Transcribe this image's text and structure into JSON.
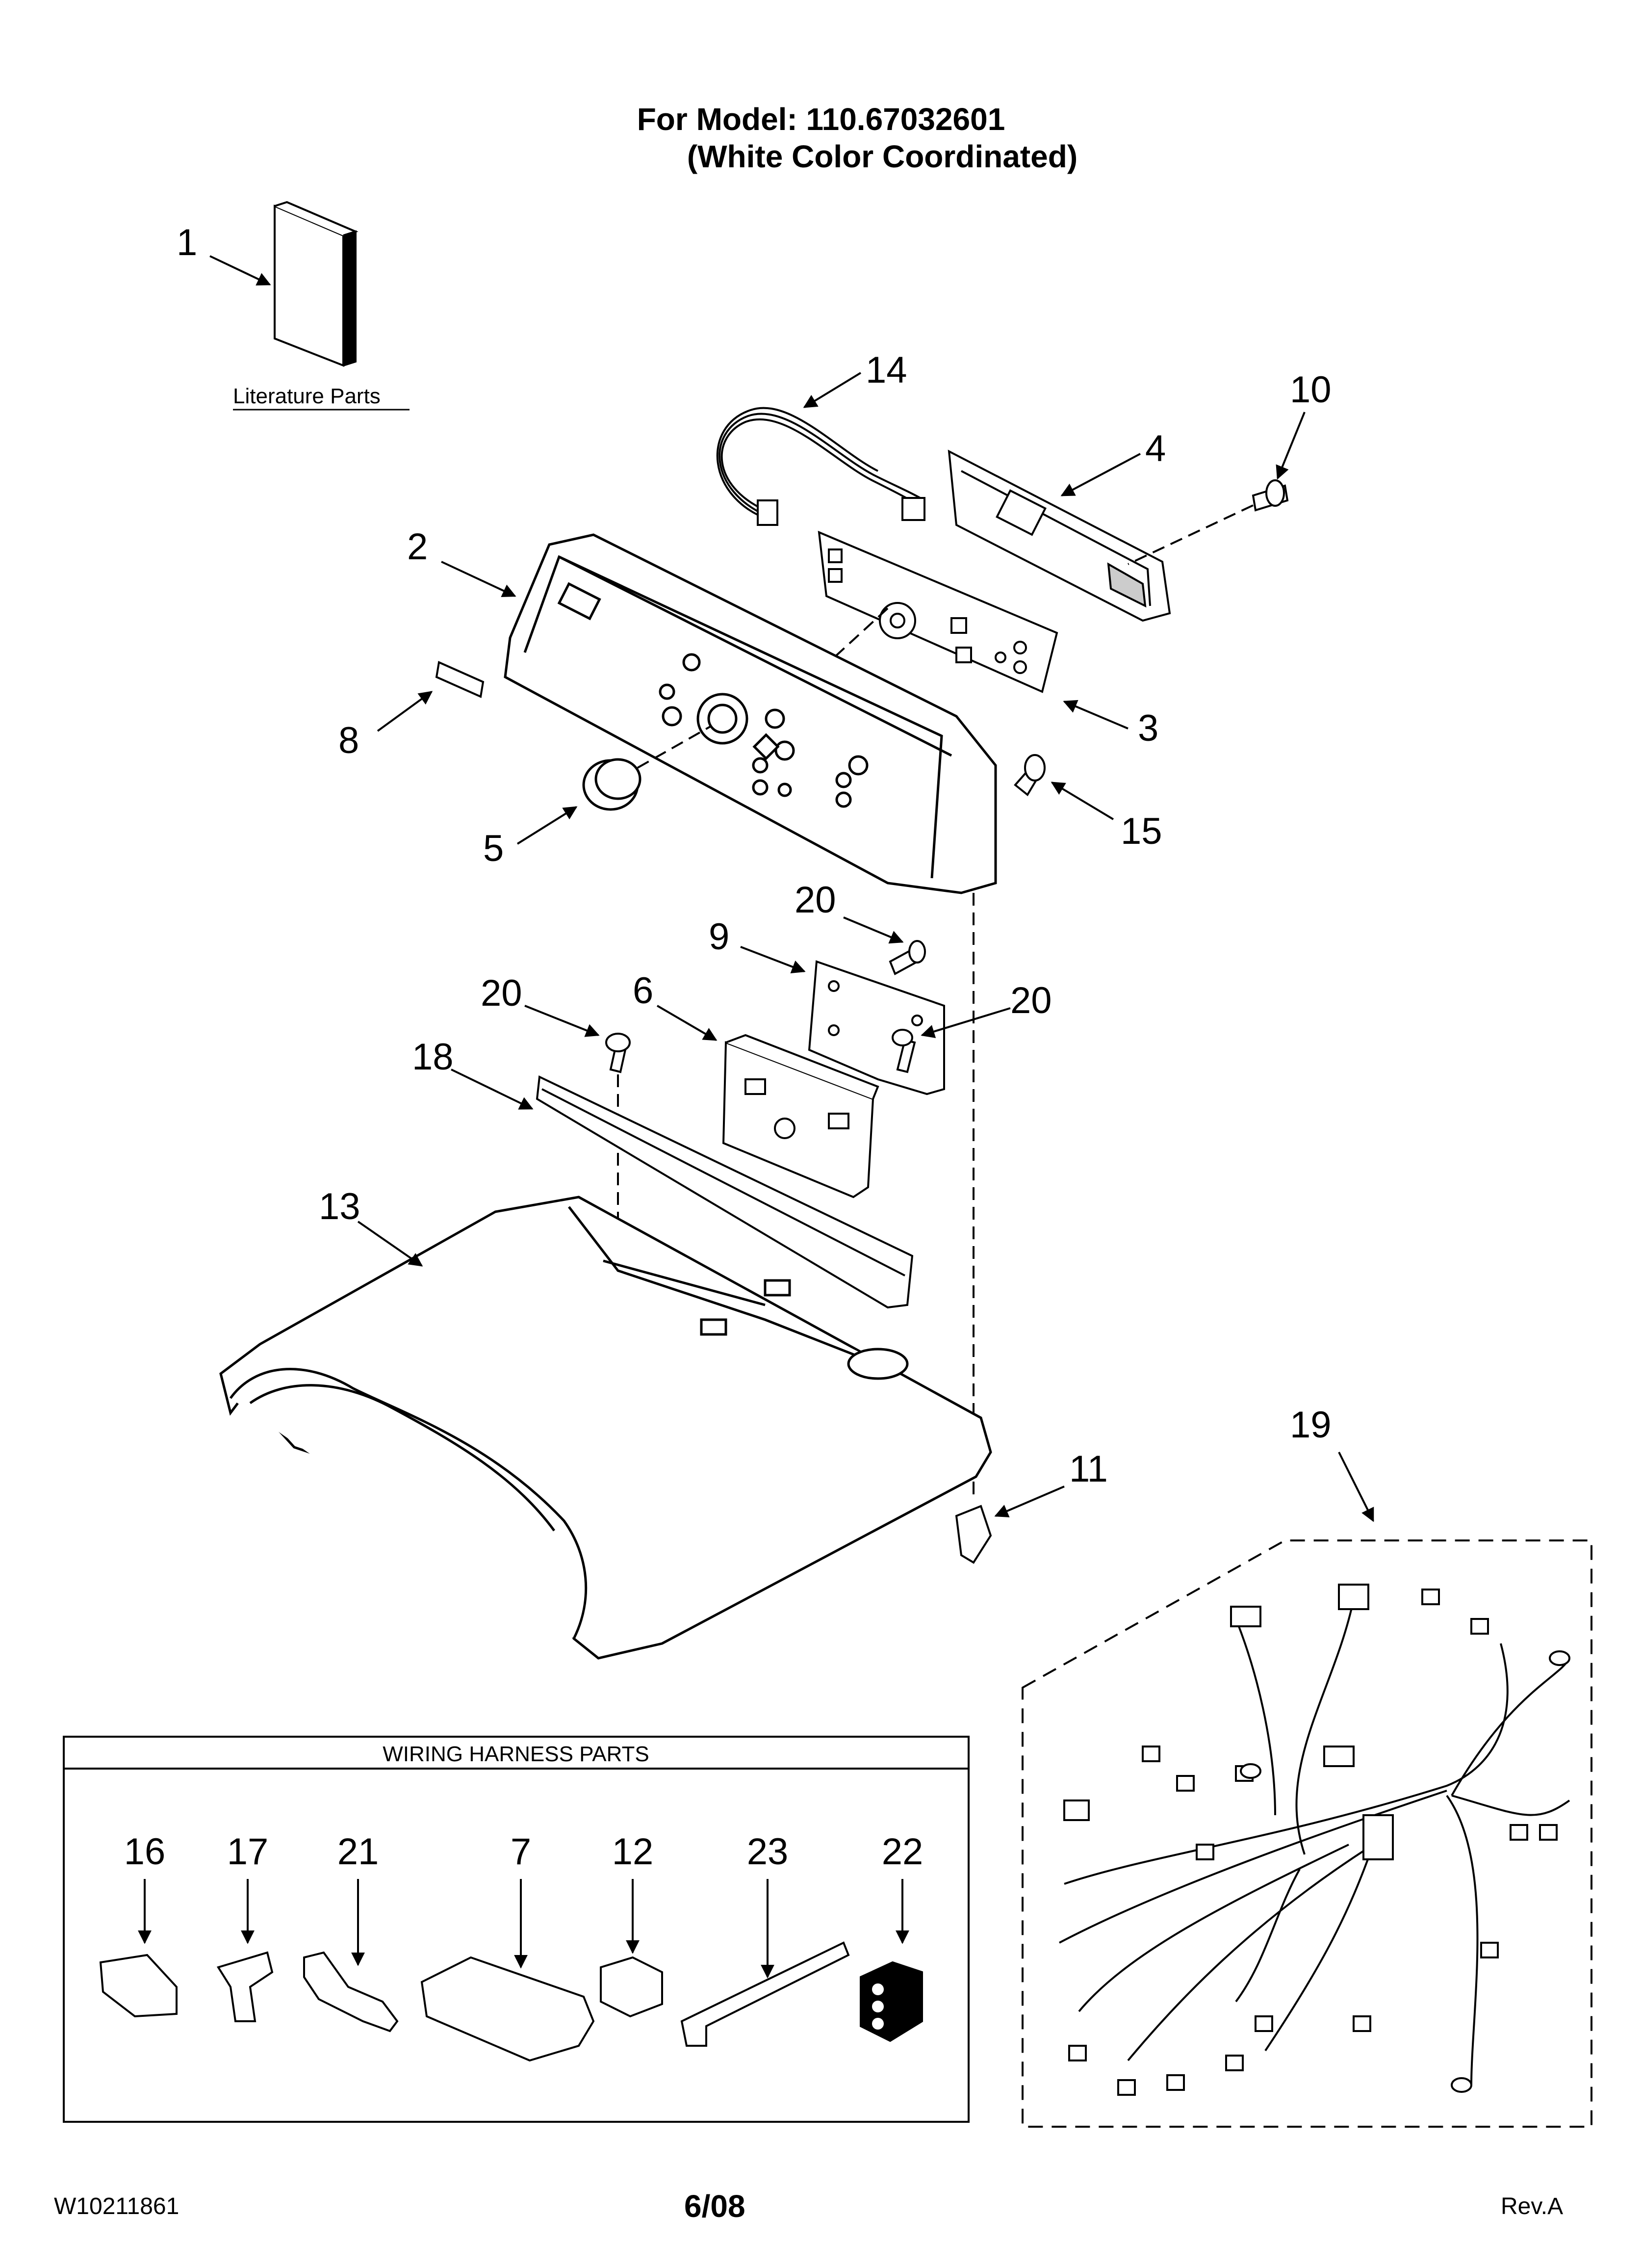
{
  "header": {
    "model_line": "For Model: 110.67032601",
    "color_line": "(White Color Coordinated)"
  },
  "literature_label": "Literature Parts",
  "wiring_box_title": "WIRING HARNESS PARTS",
  "callouts": {
    "c1": "1",
    "c2": "2",
    "c3": "3",
    "c4": "4",
    "c5": "5",
    "c6": "6",
    "c8": "8",
    "c9": "9",
    "c10": "10",
    "c11": "11",
    "c13": "13",
    "c14": "14",
    "c15": "15",
    "c18": "18",
    "c19": "19",
    "c20a": "20",
    "c20b": "20",
    "c20c": "20"
  },
  "harness_parts": [
    "16",
    "17",
    "21",
    "7",
    "12",
    "23",
    "22"
  ],
  "footer": {
    "doc_number": "W10211861",
    "date": "6/08",
    "revision": "Rev.A"
  }
}
